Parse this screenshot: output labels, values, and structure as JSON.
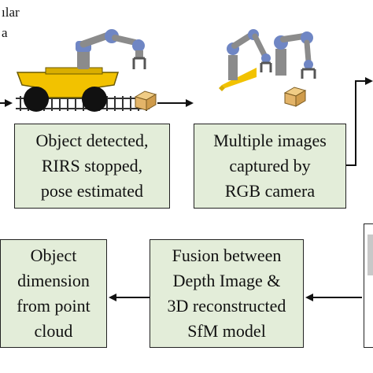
{
  "header": {
    "fragments": [
      "ılar",
      "a"
    ]
  },
  "boxes": {
    "detect": {
      "lines": [
        "Object detected,",
        "RIRS stopped,",
        "pose estimated"
      ]
    },
    "capture": {
      "lines": [
        "Multiple images",
        "captured by",
        "RGB camera"
      ]
    },
    "dimension": {
      "lines": [
        "Object",
        "dimension",
        "from point",
        "cloud"
      ]
    },
    "fusion": {
      "lines": [
        "Fusion between",
        "Depth Image &",
        "3D reconstructed",
        "SfM model"
      ]
    }
  },
  "colors": {
    "box_fill": "#e3edd9",
    "robot_yellow": "#f2c200",
    "arm_blue": "#6f86c4",
    "arm_gray": "#8b8b8b",
    "box_parcel": "#e3b469",
    "track": "#333333"
  }
}
